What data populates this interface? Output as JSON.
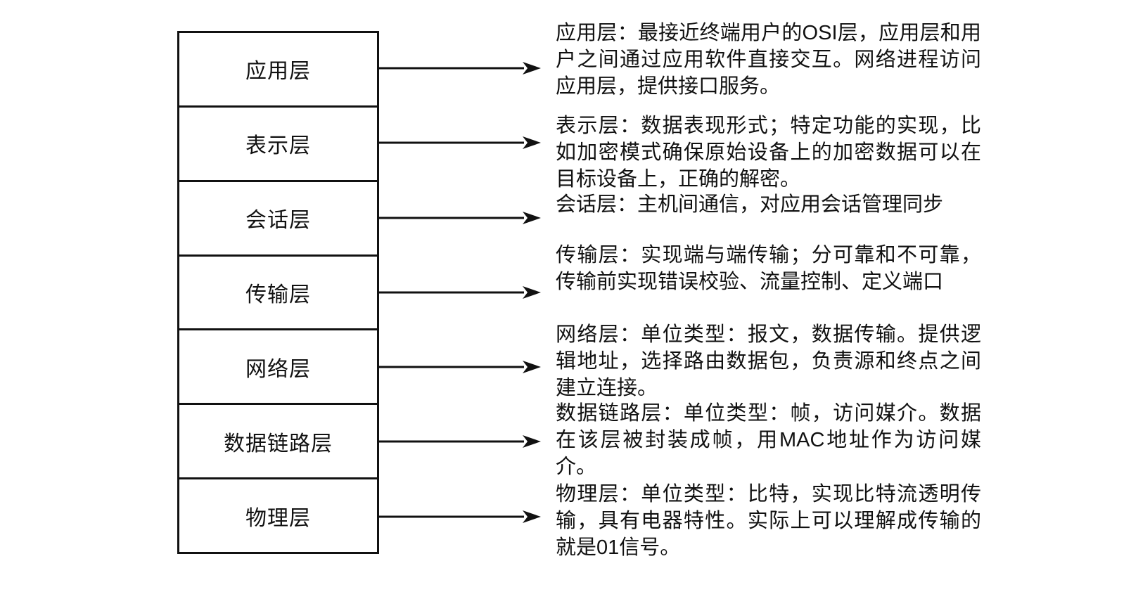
{
  "diagram": {
    "type": "osi-seven-layer-model",
    "colors": {
      "background": "#ffffff",
      "line": "#111111",
      "text": "#111111"
    },
    "layers": [
      {
        "name": "应用层",
        "description": "应用层：最接近终端用户的OSI层，应用层和用户之间通过应用软件直接交互。网络进程访问应用层，提供接口服务。"
      },
      {
        "name": "表示层",
        "description": "表示层：数据表现形式；特定功能的实现，比如加密模式确保原始设备上的加密数据可以在目标设备上，正确的解密。"
      },
      {
        "name": "会话层",
        "description": "会话层：主机间通信，对应用会话管理同步"
      },
      {
        "name": "传输层",
        "description": "传输层：实现端与端传输；分可靠和不可靠，传输前实现错误校验、流量控制、定义端口"
      },
      {
        "name": "网络层",
        "description": "网络层：单位类型：报文，数据传输。提供逻辑地址，选择路由数据包，负责源和终点之间建立连接。"
      },
      {
        "name": "数据链路层",
        "description": "数据链路层：单位类型：帧，访问媒介。数据在该层被封装成帧，用MAC地址作为访问媒介。"
      },
      {
        "name": "物理层",
        "description": "物理层：单位类型：比特，实现比特流透明传输，具有电器特性。实际上可以理解成传输的就是01信号。"
      }
    ]
  }
}
